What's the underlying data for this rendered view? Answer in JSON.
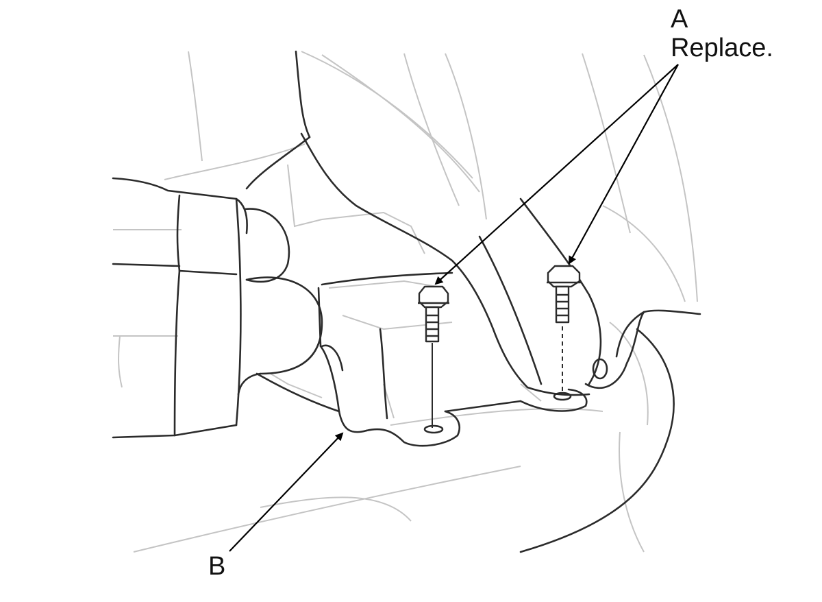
{
  "callouts": {
    "a": {
      "letter": "A",
      "note": "Replace."
    },
    "b": {
      "letter": "B"
    }
  },
  "colors": {
    "background": "#ffffff",
    "main_line": "#2b2b2b",
    "faint_line": "#c4c4c4",
    "leader_line": "#000000"
  },
  "icons": {
    "bolt": "flange-bolt-icon",
    "arrowhead": "arrowhead-icon"
  }
}
